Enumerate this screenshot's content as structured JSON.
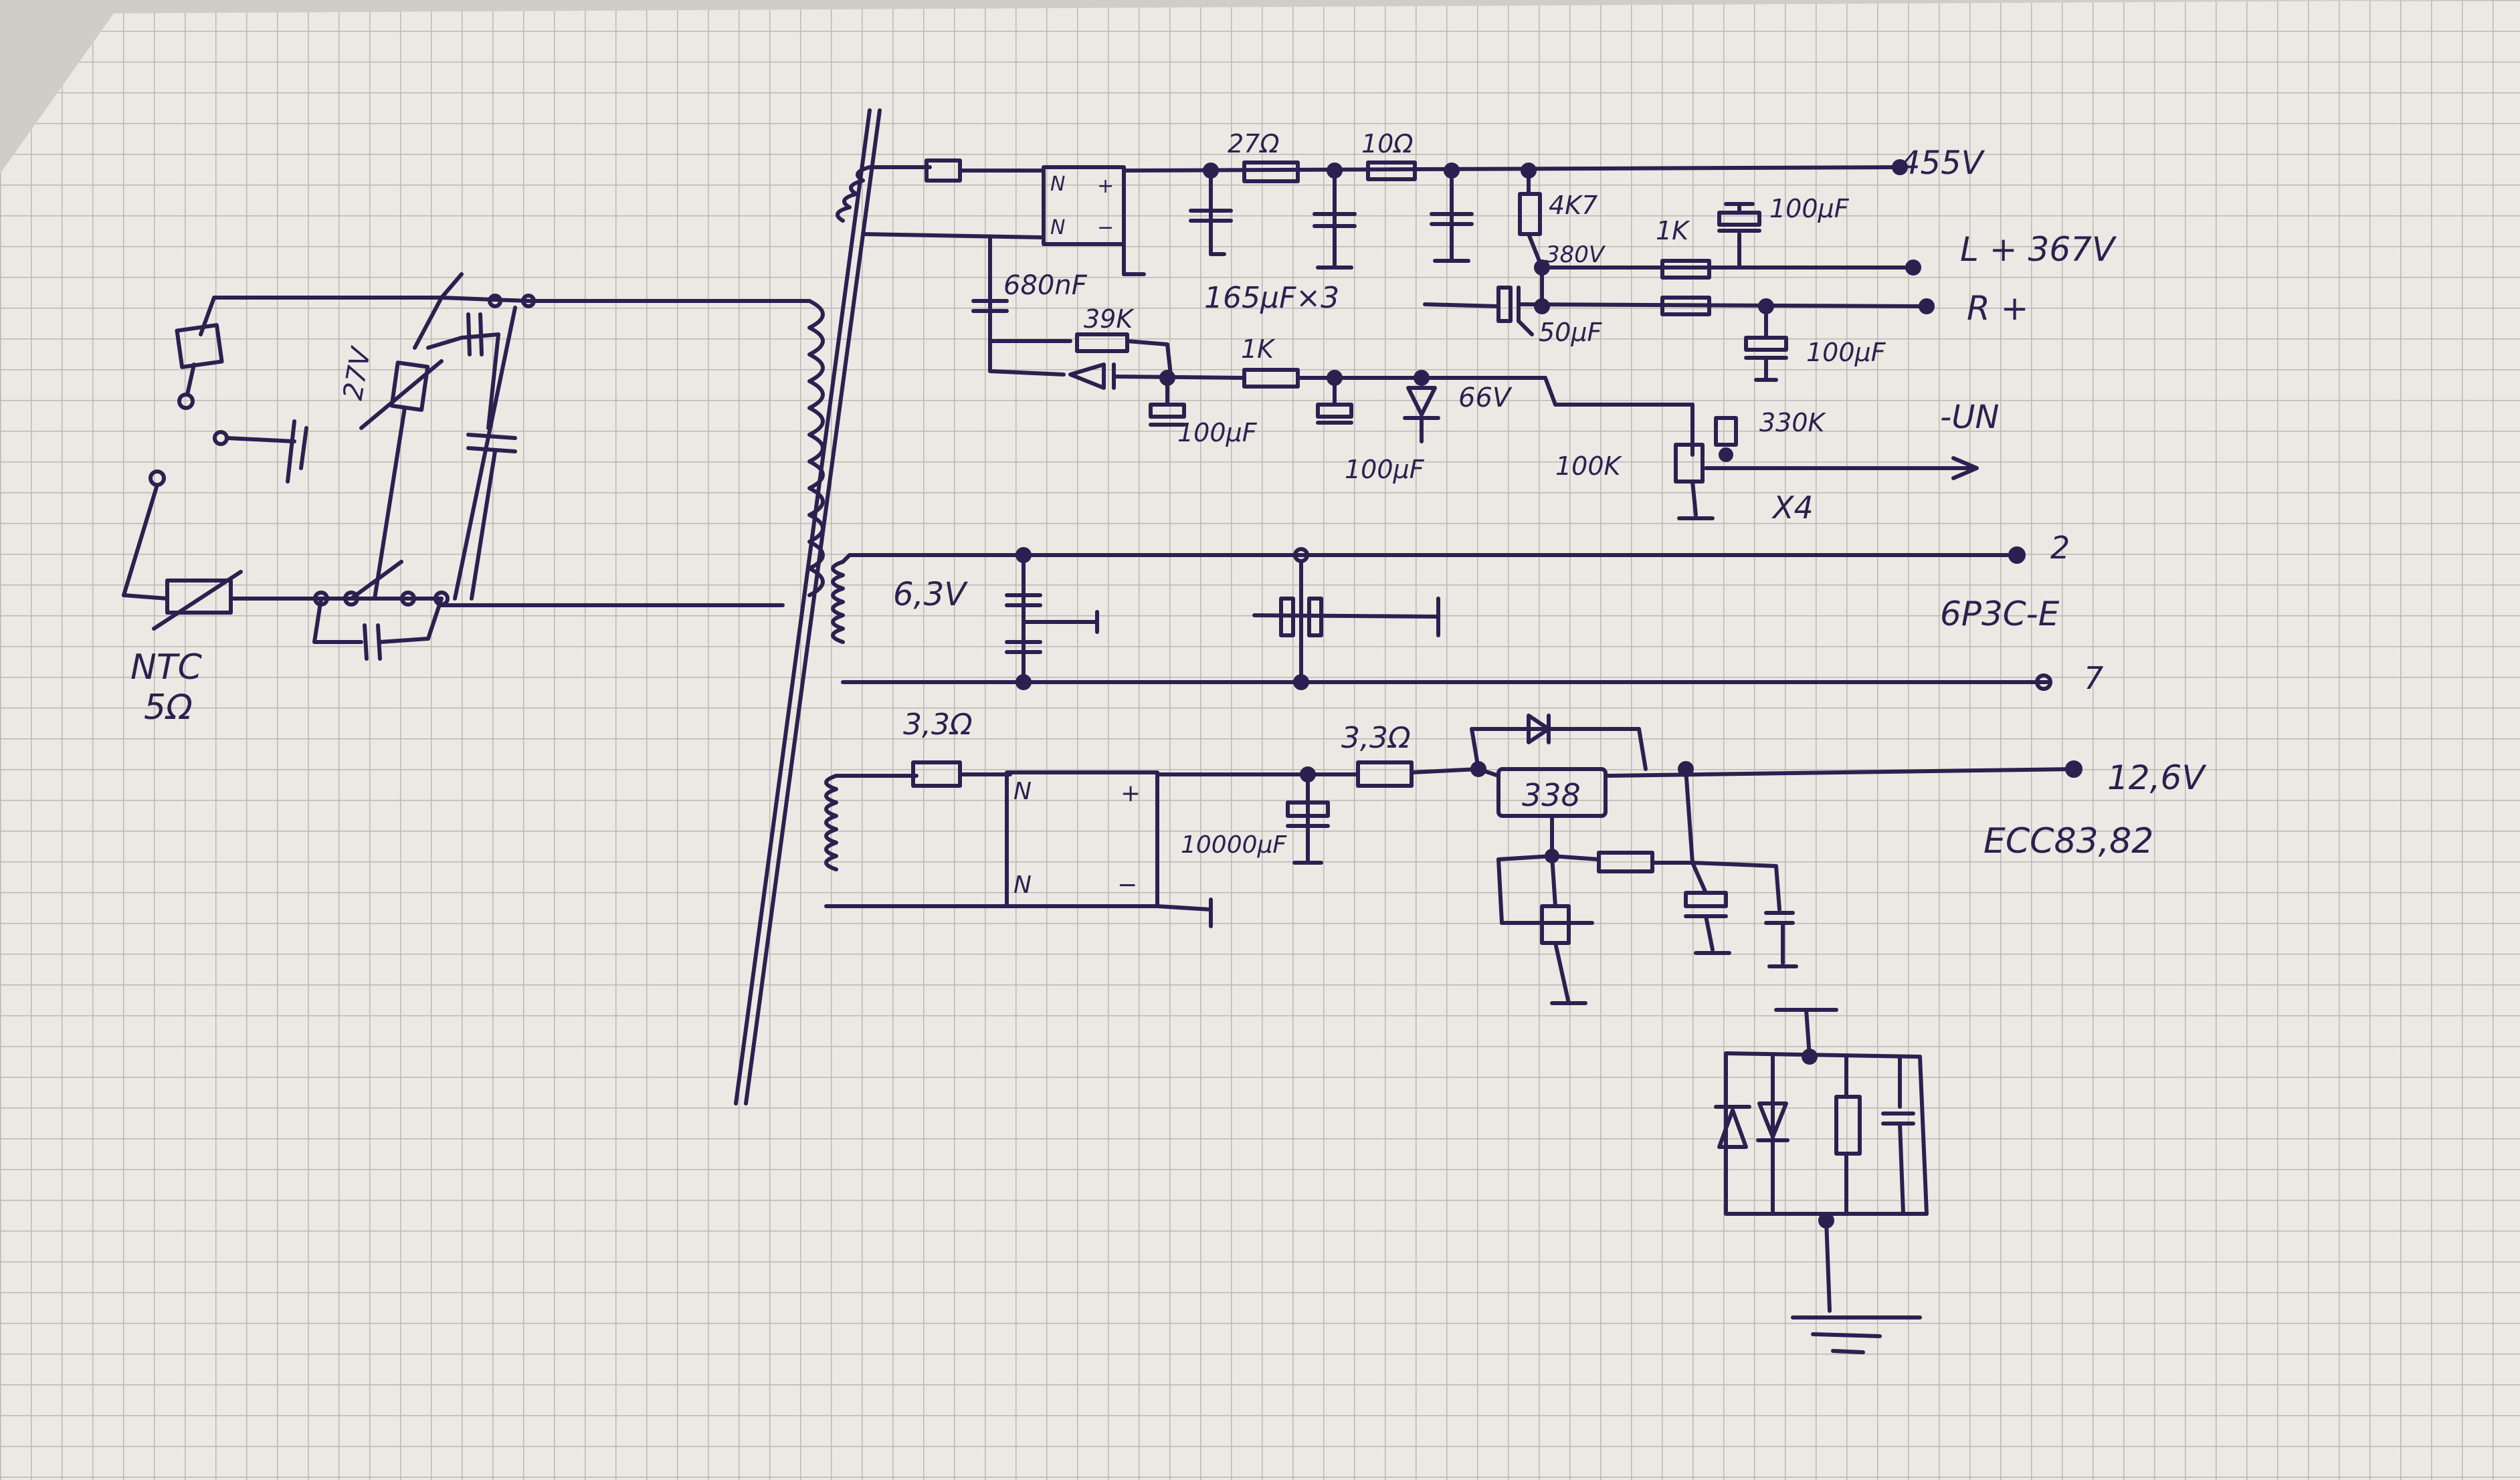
{
  "colors": {
    "paper": "#ebe9e3",
    "grid": "#b9b8b2",
    "ink": "#2a2150",
    "shadow": "#c9c7c0"
  },
  "labels": {
    "ntc": "NTC",
    "ntc_value": "5Ω",
    "varistor_27v": "27V",
    "hv_out": "455V",
    "r_27": "27Ω",
    "r_10": "10Ω",
    "r_4k7": "4K7",
    "c_680nf": "680nF",
    "c_165uf": "165μF×3",
    "r_39k": "39K",
    "r_1k_a": "1K",
    "c_100uf_a": "100μF",
    "c_100uf_b": "100μF",
    "zener_66v": "66V",
    "v_380": "380V",
    "r_1k_b": "1K",
    "c_100uf_c": "100μF",
    "l_plus": "L + 367V",
    "c_50uf": "50μF",
    "r_plus": "R +",
    "c_100uf_d": "100μF",
    "r_330k": "330K",
    "neg_un": "-UN",
    "r_100k": "100K",
    "x4": "X4",
    "v_6_3": "6,3V",
    "pin_2": "2",
    "tube_6p3c": "6P3C-E",
    "pin_7": "7",
    "r_3_3_a": "3,3Ω",
    "c_10000uf": "10000μF",
    "r_3_3_b": "3,3Ω",
    "reg_338": "338",
    "v_12_6": "12,6V",
    "tube_ecc": "ECC83,82",
    "rect_n1": "N",
    "rect_p1": "+",
    "rect_n2": "N",
    "rect_m1": "−",
    "rect_n3": "N",
    "rect_p2": "+",
    "rect_n4": "N",
    "rect_m2": "−"
  }
}
